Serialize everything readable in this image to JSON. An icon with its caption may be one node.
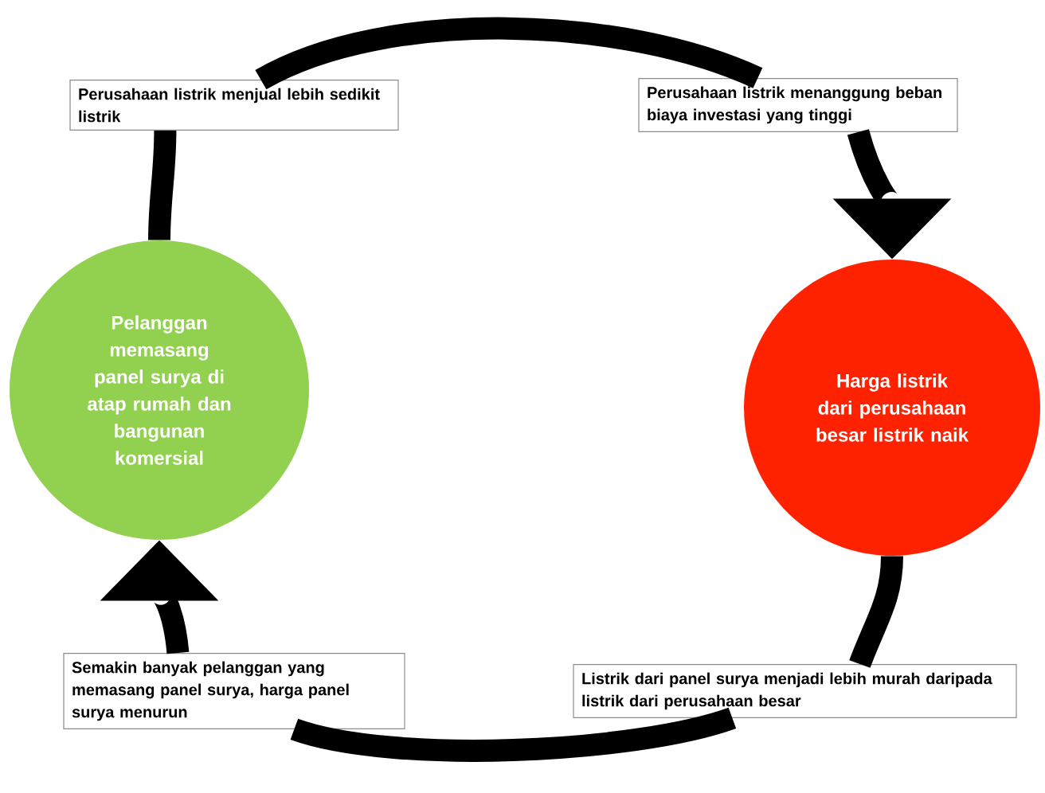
{
  "diagram": {
    "nodes": [
      {
        "text": [
          "Pelanggan memasang panel surya di atap rumah dan bangunan komersial"
        ]
      },
      {
        "text": [
          "Harga listrik dari perusahaan besar listrik naik"
        ]
      },
      {
        "text": [
          "Perusahaan listrik menjual lebih sedikit listrik"
        ]
      },
      {
        "text": [
          "Perusahaan listrik menanggung beban biaya investasi yang tinggi"
        ]
      },
      {
        "text": [
          "Semakin banyak pelanggan yang memasang panel surya, harga panel surya menurun"
        ]
      },
      {
        "text": [
          "Listrik dari panel surya menjadi lebih murah daripada listrik dari perusahaan besar"
        ]
      }
    ],
    "edges": [
      {
        "from": 0,
        "to": 2,
        "arrow": "none"
      },
      {
        "from": 2,
        "to": 3,
        "arrow": "none"
      },
      {
        "from": 3,
        "to": 1,
        "arrow": "to"
      },
      {
        "from": 1,
        "to": 5,
        "arrow": "none"
      },
      {
        "from": 5,
        "to": 4,
        "arrow": "none"
      },
      {
        "from": 4,
        "to": 0,
        "arrow": "to"
      }
    ]
  }
}
